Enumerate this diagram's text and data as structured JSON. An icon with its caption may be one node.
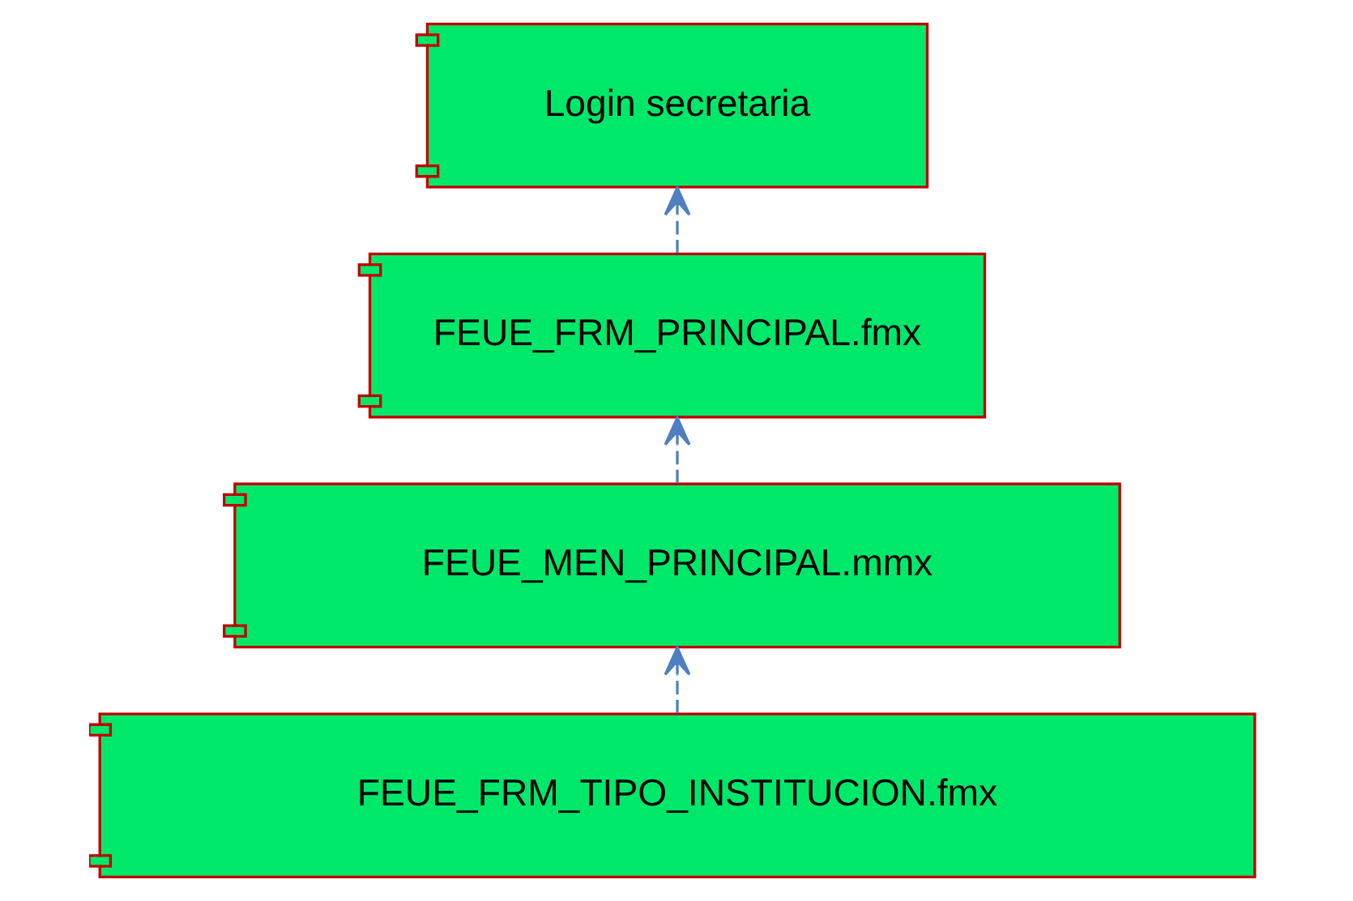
{
  "diagram": {
    "nodes": [
      {
        "text": [
          "Login secretaria"
        ]
      },
      {
        "text": [
          "FEUE_FRM_PRINCIPAL.fmx"
        ]
      },
      {
        "text": [
          "FEUE_MEN_PRINCIPAL.mmx"
        ]
      },
      {
        "text": [
          "FEUE_FRM_TIPO_INSTITUCION.fmx"
        ]
      }
    ],
    "edges": [
      {
        "from": 1,
        "to": 0,
        "arrow": "to",
        "style": "dashed"
      },
      {
        "from": 2,
        "to": 1,
        "arrow": "to",
        "style": "dashed"
      },
      {
        "from": 3,
        "to": 2,
        "arrow": "to",
        "style": "dashed"
      }
    ]
  }
}
